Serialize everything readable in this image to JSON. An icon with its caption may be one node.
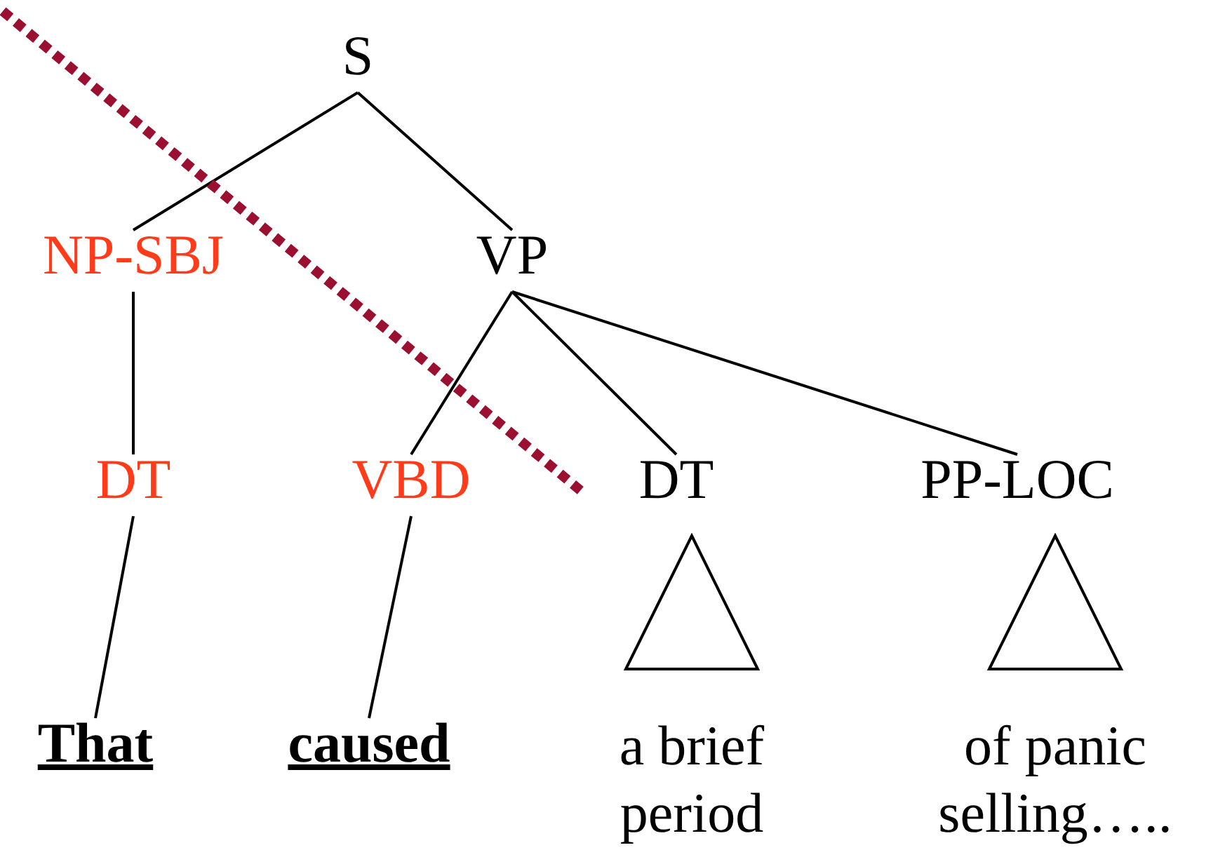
{
  "diagram": {
    "nodes": [
      {
        "text": [
          "S"
        ]
      },
      {
        "text": [
          "NP-SBJ"
        ]
      },
      {
        "text": [
          "VP"
        ]
      },
      {
        "text": [
          "DT"
        ]
      },
      {
        "text": [
          "VBD"
        ]
      },
      {
        "text": [
          "DT"
        ]
      },
      {
        "text": [
          "PP-LOC"
        ]
      },
      {
        "text": [
          "That"
        ]
      },
      {
        "text": [
          "caused"
        ]
      },
      {
        "text": [],
        "shape": "triangle",
        "beside": [
          "a brief period"
        ]
      },
      {
        "text": [],
        "shape": "triangle",
        "beside": [
          "of panic selling….."
        ]
      }
    ],
    "edges": [
      {
        "from": 0,
        "to": 1,
        "arrow": "none"
      },
      {
        "from": 0,
        "to": 2,
        "arrow": "none"
      },
      {
        "from": 1,
        "to": 3,
        "arrow": "none"
      },
      {
        "from": 2,
        "to": 4,
        "arrow": "none"
      },
      {
        "from": 2,
        "to": 5,
        "arrow": "none"
      },
      {
        "from": 2,
        "to": 6,
        "arrow": "none"
      },
      {
        "from": 3,
        "to": 7,
        "arrow": "none"
      },
      {
        "from": 4,
        "to": 8,
        "arrow": "none"
      }
    ]
  }
}
